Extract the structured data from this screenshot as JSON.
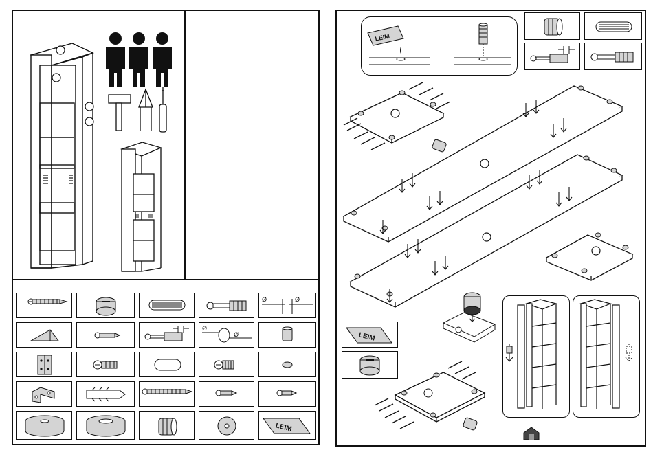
{
  "left_page": {
    "glue_label": "LEIM",
    "diameter_symbol": "Ø"
  },
  "right_page": {
    "glue_label": "LEIM"
  },
  "hardware_grid": {
    "rows": 5,
    "cols": 5,
    "items": [
      "wood-screw",
      "cam-lock",
      "wooden-dowel",
      "cam-bolt-insert",
      "drill-diameter-guide",
      "corner-bracket",
      "small-screw",
      "cam-bolt-gap",
      "dowel-diameter-guide",
      "shelf-pin",
      "hinge",
      "euro-screw",
      "wooden-dowel-short",
      "mounting-screw",
      "cap",
      "wall-bracket",
      "wall-plug",
      "long-screw",
      "short-screw",
      "short-screw-small",
      "glide-pad",
      "foot-pad",
      "plastic-insert",
      "washer",
      "glue-tube"
    ]
  },
  "colors": {
    "ink": "#111111",
    "hardware_fill": "#d4d4d4",
    "dark_fill": "#333333"
  }
}
